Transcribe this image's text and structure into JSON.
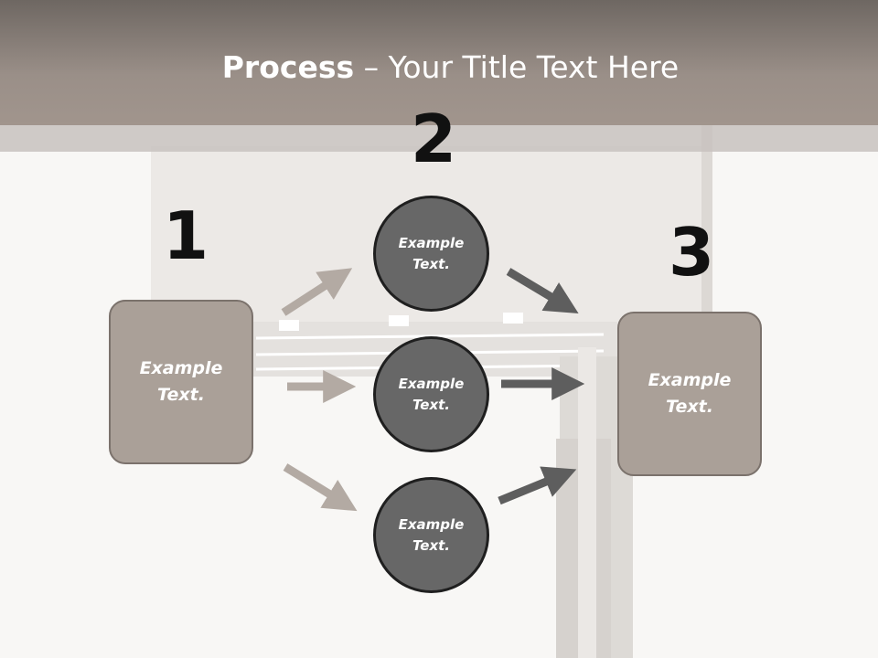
{
  "title": {
    "bold": "Process",
    "rest": " – Your Title Text Here"
  },
  "steps": {
    "one": {
      "number": "1",
      "text": "Example\nText."
    },
    "two": {
      "number": "2"
    },
    "three": {
      "number": "3",
      "text": "Example\nText."
    }
  },
  "circles": [
    {
      "text": "Example\nText."
    },
    {
      "text": "Example\nText."
    },
    {
      "text": "Example\nText."
    }
  ],
  "colors": {
    "header": "#9a8f88",
    "box_fill": "#aaa098",
    "circle_fill": "#676767",
    "arrow_light": "#b3aaa3",
    "arrow_dark": "#5e5e5e"
  }
}
